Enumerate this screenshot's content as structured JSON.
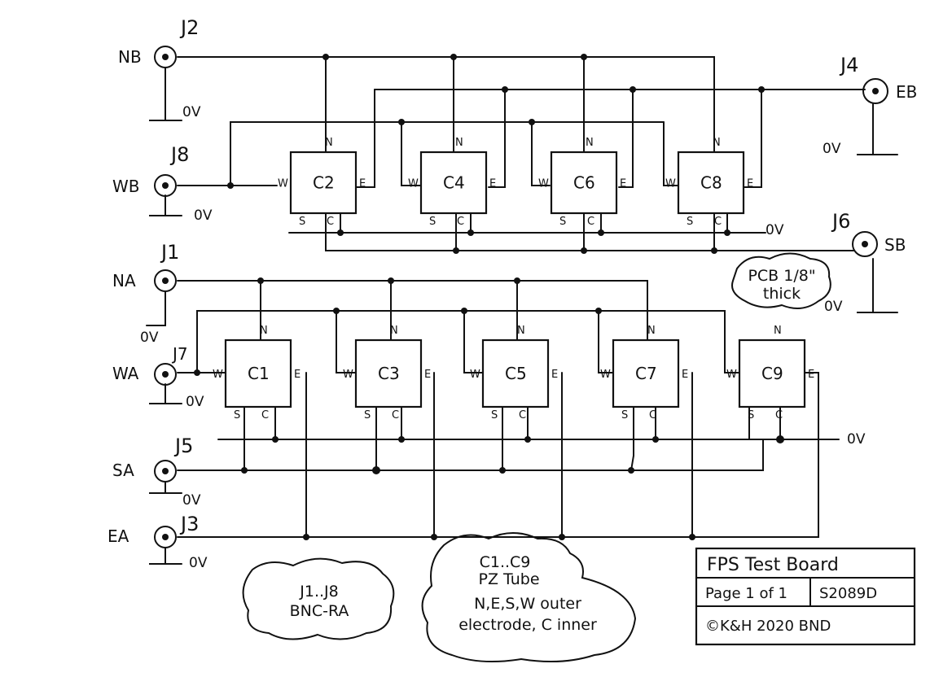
{
  "connectors": [
    {
      "ref": "J2",
      "signal": "NB"
    },
    {
      "ref": "J8",
      "signal": "WB"
    },
    {
      "ref": "J4",
      "signal": "EB"
    },
    {
      "ref": "J6",
      "signal": "SB"
    },
    {
      "ref": "J1",
      "signal": "NA"
    },
    {
      "ref": "J7",
      "signal": "WA"
    },
    {
      "ref": "J5",
      "signal": "SA"
    },
    {
      "ref": "J3",
      "signal": "EA"
    }
  ],
  "ground_label": "0V",
  "tubes_b": [
    "C2",
    "C4",
    "C6",
    "C8"
  ],
  "tubes_a": [
    "C1",
    "C3",
    "C5",
    "C7",
    "C9"
  ],
  "pins": {
    "n": "N",
    "w": "W",
    "e": "E",
    "s": "S",
    "c": "C"
  },
  "notes": {
    "pcb": [
      "PCB 1/8\"",
      "thick"
    ],
    "connectors": [
      "J1..J8",
      "BNC-RA"
    ],
    "tubes": [
      "C1..C9",
      "PZ Tube",
      "N,E,S,W outer",
      "electrode, C inner"
    ]
  },
  "title_block": {
    "title": "FPS Test Board",
    "page": "Page 1 of 1",
    "doc_number": "S2089D",
    "copyright": "©K&H 2020 BND"
  }
}
